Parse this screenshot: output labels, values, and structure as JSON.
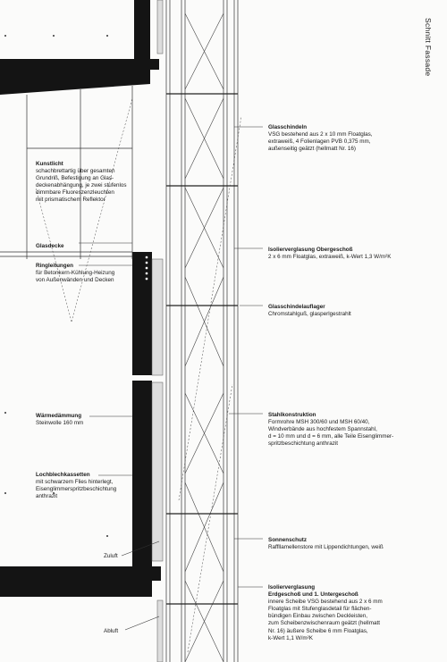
{
  "title": "Schnitt Fassade",
  "labels": {
    "glasschindeln": {
      "title": "Glasschindeln",
      "body": "VSG bestehend aus 2 x 10 mm Floatglas,\nextraweiß, 4 Folienlagen PVB 0,375 mm,\naußenseitig geätzt (hellmatt Nr. 16)"
    },
    "kunstlicht": {
      "title": "Kunstlicht",
      "body": "schachbrettartig über gesamten\nGrundriß, Befestigung an Glas-\ndeckenabhängung, je zwei stufenlos\ndimmbare Fluoreszenzleuchten\nmit prismatischem Reflektor"
    },
    "glasdecke": {
      "title": "Glasdecke"
    },
    "isolierverglasung_og": {
      "title": "Isolierverglasung Obergeschoß",
      "body": "2 x 6 mm Floatglas, extraweiß, k-Wert 1,3 W/m²K"
    },
    "ringleitungen": {
      "title": "Ringleitungen",
      "body": "für Betonkern-Kühlung-Heizung\nvon Außenwänden und Decken"
    },
    "glasschindelauflager": {
      "title": "Glasschindelauflager",
      "body": "Chromstahlguß, glasperlgestrahlt"
    },
    "waermedaemmung": {
      "title": "Wärmedämmung",
      "body": "Steinwolle 160 mm"
    },
    "stahlkonstruktion": {
      "title": "Stahlkonstruktion",
      "body": "Formrohre MSH 300/60 und MSH 60/40,\nWindverbände aus hochfestem Spannstahl,\nd = 10 mm und d = 6 mm, alle Teile Eisenglimmer-\nspritzbeschichtung anthrazit"
    },
    "lochblechkassetten": {
      "title": "Lochblechkassetten",
      "body": "mit schwarzem Flies hinterlegt,\nEisenglimmerspritzbeschichtung\nanthrazit"
    },
    "sonnenschutz": {
      "title": "Sonnenschutz",
      "body": "Raffllamellenstore mit Lippendichtungen, weiß"
    },
    "isolierverglasung_eg": {
      "title": "Isolierverglasung\nErdgeschoß und 1. Untergeschoß",
      "body": "innere Scheibe VSG bestehend aus 2 x 6 mm\nFloatglas mit Stufenglasdetail für flächen-\nbündigen Einbau zwischen Deckleisten,\nzum Scheibenzwischenraum geätzt (hellmatt\nNr. 16) äußere Scheibe 6 mm Floatglas,\nk-Wert 1,1 W/m²K"
    },
    "zuluft": "Zuluft",
    "abluft": "Abluft"
  },
  "colors": {
    "ink": "#1a1a1a",
    "slab": "#141414",
    "line": "#333333",
    "paper": "#fbfbfa"
  }
}
